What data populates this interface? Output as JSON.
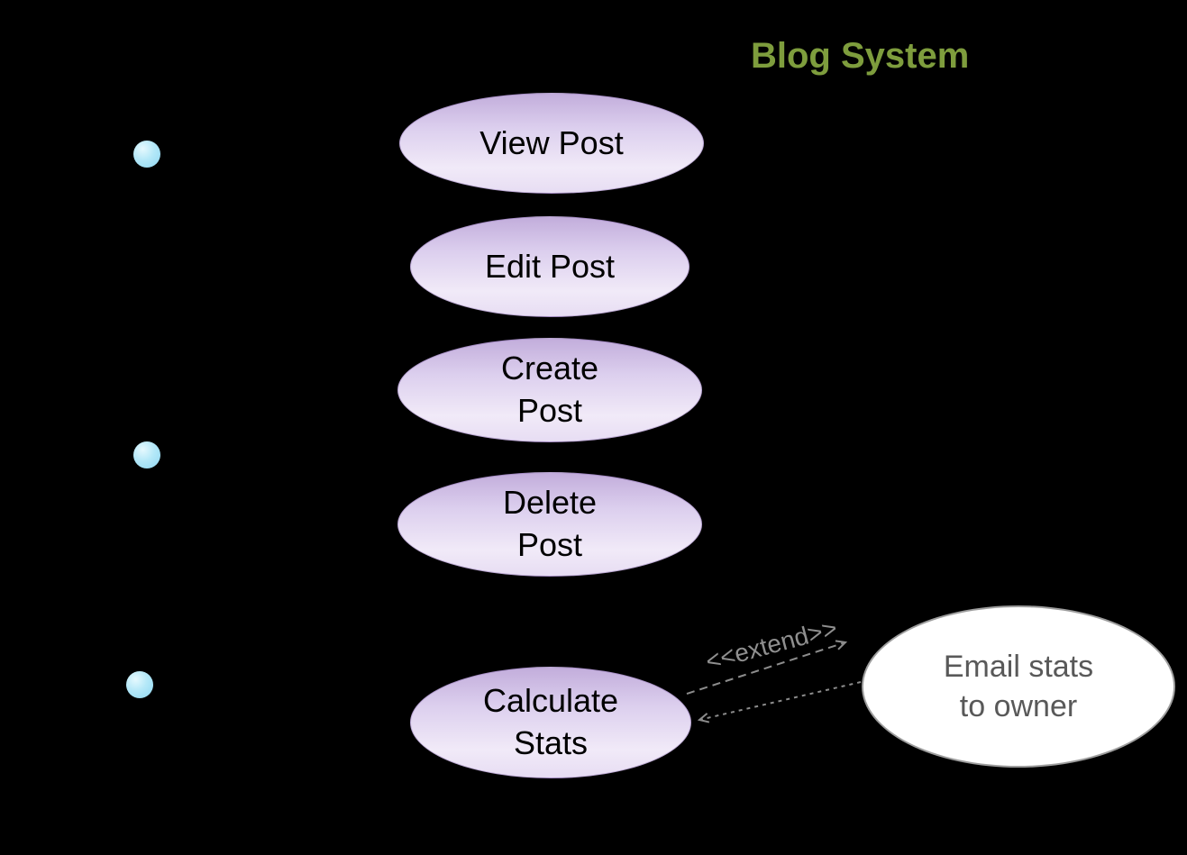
{
  "diagram": {
    "title": "Blog System"
  },
  "use_cases": [
    {
      "label": "View Post"
    },
    {
      "label": "Edit Post"
    },
    {
      "label": "Create\nPost"
    },
    {
      "label": "Delete\nPost"
    },
    {
      "label": "Calculate\nStats"
    }
  ],
  "external_use_case": {
    "label": "Email stats\nto owner"
  },
  "relationships": {
    "extend_label": "<<extend>>"
  },
  "actors": {
    "count": 3,
    "head_color": "#a9e2f7"
  },
  "colors": {
    "background": "#000000",
    "title": "#7e9d3d",
    "usecase_fill_dark": "#c2addb",
    "usecase_fill_light": "#f1eaf8",
    "external_border": "#9d9d9d",
    "external_text": "#595959",
    "arrow": "#8c8c8c"
  }
}
